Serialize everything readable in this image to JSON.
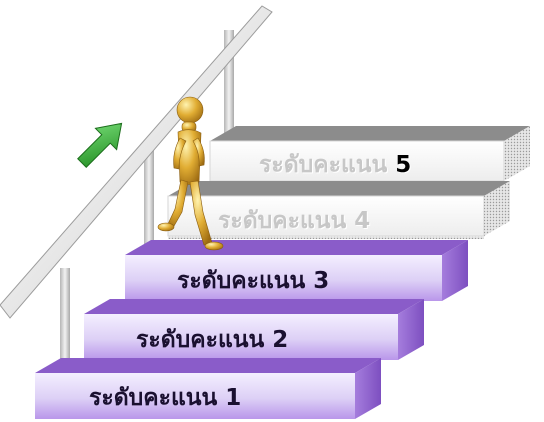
{
  "steps": [
    {
      "text": "ระดับคะแนน",
      "number": "1",
      "style": "purple"
    },
    {
      "text": "ระดับคะแนน",
      "number": "2",
      "style": "purple"
    },
    {
      "text": "ระดับคะแนน",
      "number": "3",
      "style": "purple"
    },
    {
      "text": "ระดับคะแนน",
      "number": "4",
      "style": "gray"
    },
    {
      "text": "ระดับคะแนน",
      "number": "5",
      "style": "gray"
    }
  ],
  "colors": {
    "purple_light": "#ece4fb",
    "purple_mid": "#c9b3ee",
    "purple_dark": "#9a6fd6",
    "purple_top": "#8a5cc9",
    "gray_face": "#f7f7f7",
    "gray_top": "#8c8c8c",
    "gray_side": "#d0d0d0",
    "figure_gold": "#d9a62e",
    "arrow_green": "#2ea82e"
  },
  "icons": [
    "up-arrow-icon",
    "climbing-figure-icon"
  ]
}
